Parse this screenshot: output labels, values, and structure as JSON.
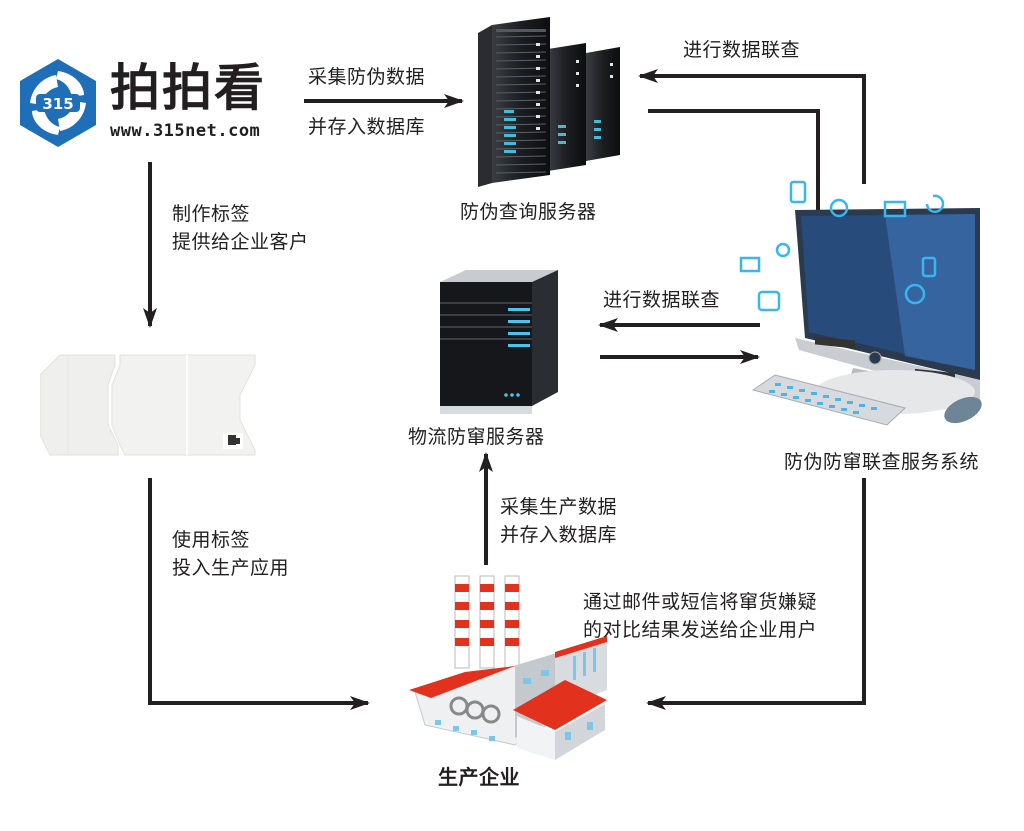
{
  "logo": {
    "badge": "315",
    "title": "拍拍看",
    "url": "www.315net.com",
    "brand_color": "#1f6fb8"
  },
  "nodes": {
    "query_server": "防伪查询服务器",
    "logistics_server": "物流防窜服务器",
    "system": "防伪防窜联查服务系统",
    "enterprise": "生产企业",
    "label_item": "标签"
  },
  "edges": {
    "logo_to_query": {
      "top": "采集防伪数据",
      "bottom": "并存入数据库"
    },
    "system_to_query": "进行数据联查",
    "logo_to_label": {
      "line1": "制作标签",
      "line2": "提供给企业客户"
    },
    "system_to_logistics": "进行数据联查",
    "label_to_enterprise": {
      "line1": "使用标签",
      "line2": "投入生产应用"
    },
    "enterprise_to_logistics": {
      "line1": "采集生产数据",
      "line2": "并存入数据库"
    },
    "system_to_enterprise": {
      "line1": "通过邮件或短信将窜货嫌疑",
      "line2": "的对比结果发送给企业用户"
    }
  },
  "colors": {
    "arrow": "#231f20",
    "accent_blue": "#2aa7e0",
    "roof_red": "#e2311d"
  }
}
